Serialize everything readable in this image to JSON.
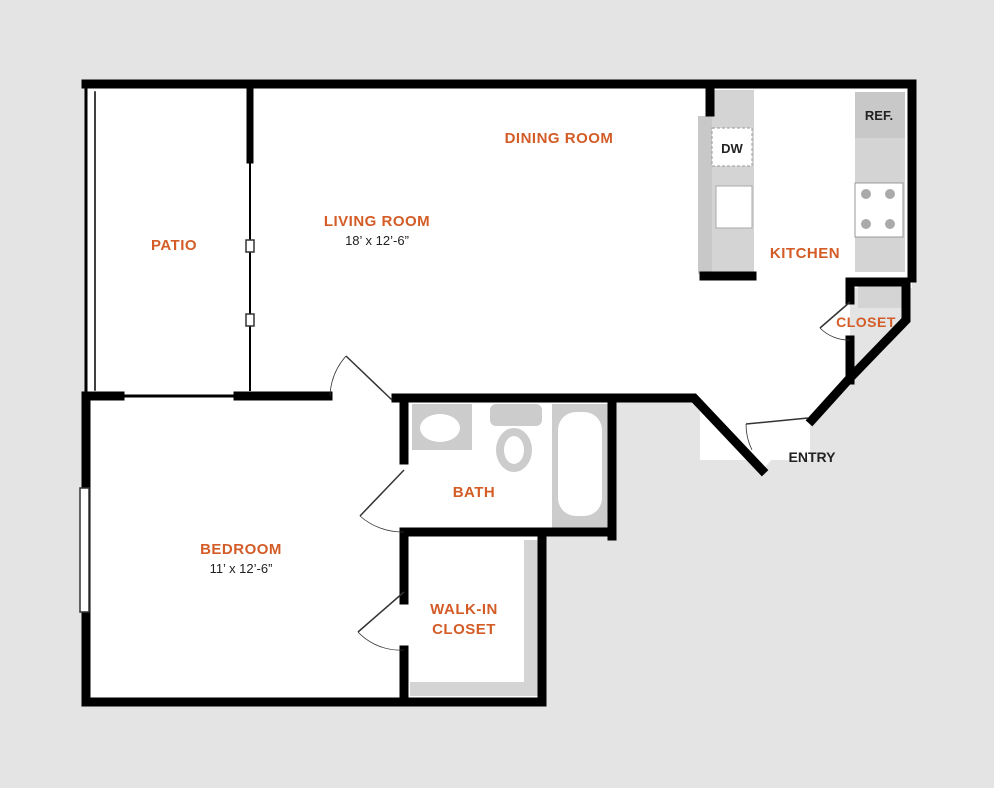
{
  "colors": {
    "background": "#e4e4e4",
    "floor": "#ffffff",
    "wall": "#000000",
    "room_label": "#d35c27",
    "fixture_fill": "#c8c8c8",
    "dark_text": "#222222"
  },
  "rooms": {
    "dining": {
      "label": "DINING ROOM"
    },
    "living": {
      "label": "LIVING ROOM",
      "dim": "18’ x 12’-6”"
    },
    "patio": {
      "label": "PATIO"
    },
    "kitchen": {
      "label": "KITCHEN"
    },
    "closet": {
      "label": "CLOSET"
    },
    "bath": {
      "label": "BATH"
    },
    "bedroom": {
      "label": "BEDROOM",
      "dim": "11’ x 12’-6”"
    },
    "walkin": {
      "line1": "WALK-IN",
      "line2": "CLOSET"
    }
  },
  "fixtures": {
    "dishwasher": "DW",
    "refrigerator": "REF.",
    "entry": "ENTRY"
  }
}
